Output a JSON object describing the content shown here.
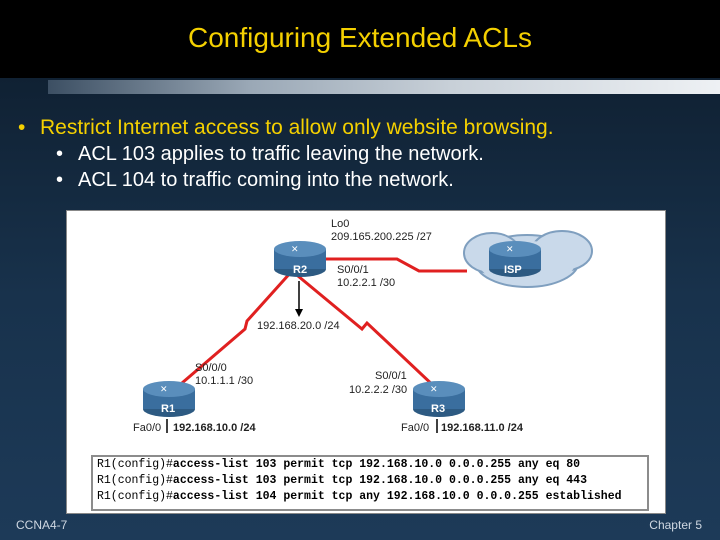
{
  "title": "Configuring Extended ACLs",
  "bullets": {
    "main": "Restrict Internet access to allow only website browsing.",
    "sub": [
      "ACL 103 applies to traffic leaving the network.",
      "ACL 104 to traffic coming into the network."
    ]
  },
  "diagram": {
    "lo_label": "Lo0",
    "lo_ip": "209.165.200.225 /27",
    "r2_name": "R2",
    "r2_serial": "S0/0/1",
    "r2_serial_ip": "10.2.2.1 /30",
    "isp_name": "ISP",
    "net_r2": "192.168.20.0 /24",
    "r1_serial": "S0/0/0",
    "r1_serial_ip": "10.1.1.1 /30",
    "r3_serial": "S0/0/1",
    "r3_serial_ip": "10.2.2.2 /30",
    "r1_name": "R1",
    "r3_name": "R3",
    "r1_fa": "Fa0/0",
    "r1_net": "192.168.10.0 /24",
    "r3_fa": "Fa0/0",
    "r3_net": "192.168.11.0 /24"
  },
  "config_lines": [
    {
      "prompt": "R1(config)#",
      "cmd": "access-list 103 permit tcp 192.168.10.0 0.0.0.255 any eq 80"
    },
    {
      "prompt": "R1(config)#",
      "cmd": "access-list 103 permit tcp 192.168.10.0 0.0.0.255 any eq 443"
    },
    {
      "prompt": "R1(config)#",
      "cmd": "access-list 104 permit tcp any 192.168.10.0 0.0.0.255 established"
    }
  ],
  "footer": {
    "left": "CCNA4-7",
    "right": "Chapter 5"
  },
  "colors": {
    "title": "#f4d000",
    "serial_link": "#e02020",
    "router_body": "#3a6e9e",
    "cloud": "#b0c8e0"
  }
}
